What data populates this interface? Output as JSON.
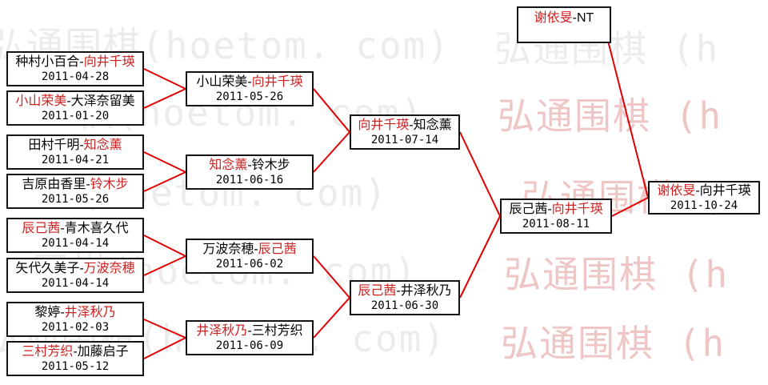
{
  "separator": "-",
  "colors": {
    "line": "#e10000",
    "winner_name": "#cc2222",
    "loser_name": "#000000",
    "box_border": "#141414",
    "box_background": "#ffffff",
    "watermark_gray": "#ececec",
    "watermark_pink": "#efc6c6"
  },
  "watermark": {
    "rows": [
      {
        "left": "弘通围棋(hoetom. com)",
        "right": "弘通围棋 (h"
      },
      {
        "left": "棋(hoetom. com)",
        "right": "弘通围棋 (h"
      },
      {
        "left": "通围棋(hoetom. com)",
        "right": "弘通围棋 (h"
      },
      {
        "left": "围棋(hoetom. com)",
        "right": "弘通围棋 (h"
      },
      {
        "left": "弘通围棋(hoetom. com)",
        "right": "弘通围棋 (h"
      }
    ]
  },
  "matches": [
    {
      "p1": "种村小百合",
      "p2": "向井千瑛",
      "winner": "向井千瑛",
      "date": "2011-04-28"
    },
    {
      "p1": "小山荣美",
      "p2": "大泽奈留美",
      "winner": "小山荣美",
      "date": "2011-01-20"
    },
    {
      "p1": "田村千明",
      "p2": "知念薰",
      "winner": "知念薰",
      "date": "2011-04-21"
    },
    {
      "p1": "吉原由香里",
      "p2": "铃木步",
      "winner": "铃木步",
      "date": "2011-05-26"
    },
    {
      "p1": "辰己茜",
      "p2": "青木喜久代",
      "winner": "辰己茜",
      "date": "2011-04-14"
    },
    {
      "p1": "矢代久美子",
      "p2": "万波奈穂",
      "winner": "万波奈穂",
      "date": "2011-04-14"
    },
    {
      "p1": "黎婷",
      "p2": "井泽秋乃",
      "winner": "井泽秋乃",
      "date": "2011-02-03"
    },
    {
      "p1": "三村芳织",
      "p2": "加藤启子",
      "winner": "三村芳织",
      "date": "2011-05-12"
    },
    {
      "p1": "小山荣美",
      "p2": "向井千瑛",
      "winner": "向井千瑛",
      "date": "2011-05-26"
    },
    {
      "p1": "知念薰",
      "p2": "铃木步",
      "winner": "知念薰",
      "date": "2011-06-16"
    },
    {
      "p1": "万波奈穂",
      "p2": "辰己茜",
      "winner": "辰己茜",
      "date": "2011-06-02"
    },
    {
      "p1": "井泽秋乃",
      "p2": "三村芳织",
      "winner": "井泽秋乃",
      "date": "2011-06-09"
    },
    {
      "p1": "向井千瑛",
      "p2": "知念薰",
      "winner": "向井千瑛",
      "date": "2011-07-14"
    },
    {
      "p1": "辰己茜",
      "p2": "井泽秋乃",
      "winner": "辰己茜",
      "date": "2011-06-30"
    },
    {
      "p1": "辰己茜",
      "p2": "向井千瑛",
      "winner": "向井千瑛",
      "date": "2011-08-11"
    },
    {
      "p1": "谢依旻",
      "p2": "NT",
      "winner": "谢依旻",
      "date": ""
    },
    {
      "p1": "谢依旻",
      "p2": "向井千瑛",
      "winner": "谢依旻",
      "date": "2011-10-24"
    }
  ]
}
